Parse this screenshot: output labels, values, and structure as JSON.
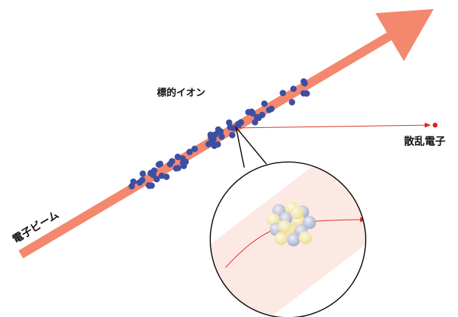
{
  "labels": {
    "target_ions": "標的イオン",
    "scattered_electron": "散乱電子",
    "electron_beam": "電子ビーム"
  },
  "colors": {
    "beam": "#F4886E",
    "beam_magnified": "#FCE9E3",
    "ion": "#3C4FA3",
    "trajectory": "#E0231C",
    "proton": "#F4E7A0",
    "neutron": "#BCC3DE",
    "outline": "#111111"
  },
  "icons": {
    "beam_arrowhead": "arrowhead-icon",
    "nucleus": "nucleus-icon",
    "scattered_electron_dot": "electron-dot-icon"
  }
}
